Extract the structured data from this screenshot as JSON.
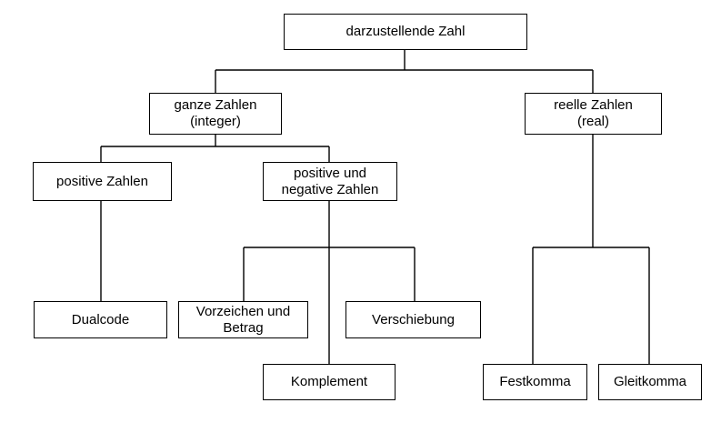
{
  "diagram": {
    "root": {
      "lines": [
        "darzustellende Zahl"
      ]
    },
    "integer": {
      "lines": [
        "ganze Zahlen",
        "(integer)"
      ]
    },
    "real": {
      "lines": [
        "reelle Zahlen",
        "(real)"
      ]
    },
    "positive": {
      "lines": [
        "positive Zahlen"
      ]
    },
    "pos_neg": {
      "lines": [
        "positive und",
        "negative Zahlen"
      ]
    },
    "dualcode": {
      "lines": [
        "Dualcode"
      ]
    },
    "sign_magnitude": {
      "lines": [
        "Vorzeichen und",
        "Betrag"
      ]
    },
    "offset": {
      "lines": [
        "Verschiebung"
      ]
    },
    "complement": {
      "lines": [
        "Komplement"
      ]
    },
    "fixed_point": {
      "lines": [
        "Festkomma"
      ]
    },
    "floating_point": {
      "lines": [
        "Gleitkomma"
      ]
    }
  },
  "colors": {
    "line": "#000000",
    "box_border": "#000000",
    "box_fill": "#ffffff",
    "text": "#000000"
  }
}
